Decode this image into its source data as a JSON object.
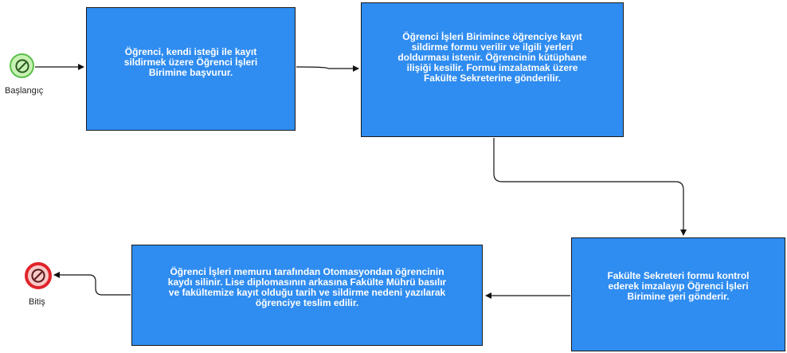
{
  "start": {
    "label": "Başlangıç",
    "icon": "prohibited-icon",
    "color": "#5bbf4a"
  },
  "end": {
    "label": "Bitiş",
    "icon": "prohibited-icon",
    "color": "#e0242a"
  },
  "colors": {
    "task_fill": "#2f8cf0",
    "task_text": "#ffffff"
  },
  "tasks": [
    {
      "text": "Öğrenci, kendi isteği ile kayıt sildirmek üzere Öğrenci İşleri Birimine başvurur."
    },
    {
      "text": "Öğrenci İşleri Birimince öğrenciye kayıt sildirme formu verilir ve ilgili yerleri doldurması istenir. Öğrencinin kütüphane ilişiği kesilir. Formu imzalatmak üzere Fakülte Sekreterine gönderilir."
    },
    {
      "text": "Fakülte Sekreteri formu kontrol ederek imzalayıp Öğrenci İşleri Birimine geri gönderir."
    },
    {
      "text": "Öğrenci İşleri memuru tarafından Otomasyondan öğrencinin kaydı silinir. Lise diplomasının arkasına Fakülte Mührü basılır ve fakültemize kayıt olduğu tarih ve sildirme nedeni yazılarak öğrenciye teslim edilir."
    }
  ]
}
